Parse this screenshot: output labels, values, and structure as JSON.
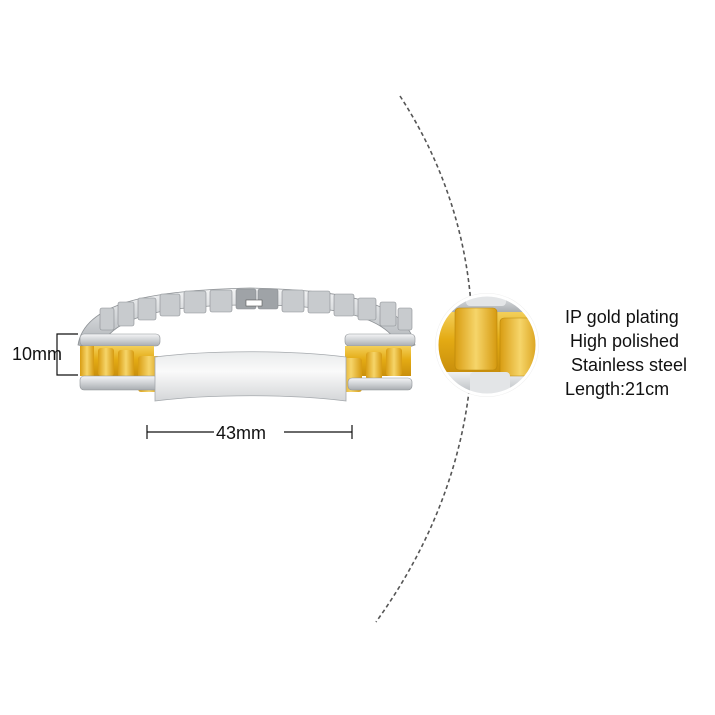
{
  "image": {
    "description": "Product photo of a two-tone gold and silver stainless steel ID bracelet with dimensions and feature callouts",
    "colors": {
      "background": "#ffffff",
      "gold": "#e8b21a",
      "gold_light": "#f7d25a",
      "silver": "#d9dbdd",
      "silver_dark": "#9ea2a6",
      "text": "#111111",
      "dash_line": "#555555"
    }
  },
  "dimensions": {
    "width_label": "10mm",
    "plate_length_label": "43mm"
  },
  "features": [
    "IP gold plating",
    "High polished",
    "Stainless steel",
    "Length:21cm"
  ]
}
